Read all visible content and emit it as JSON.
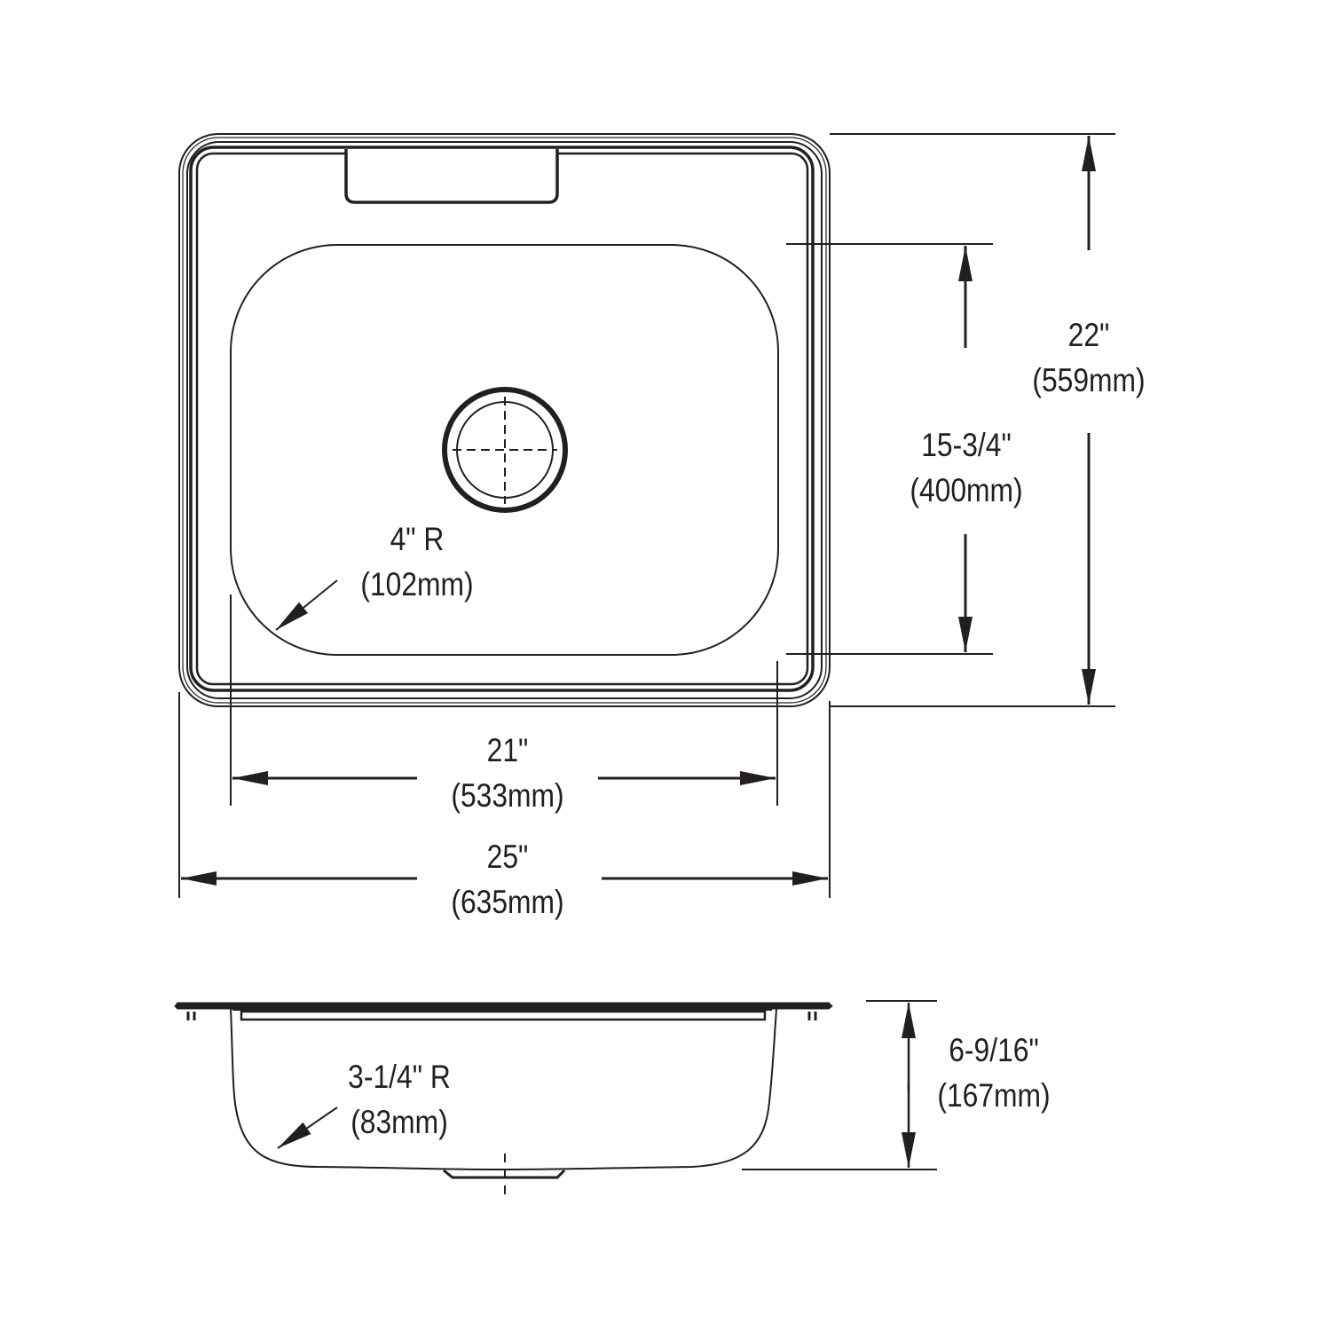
{
  "drawing": {
    "line_color": "#231f20",
    "background": "#ffffff",
    "top_view": {
      "bowl_corner_radius": {
        "imperial": "4\" R",
        "metric": "(102mm)"
      },
      "inner_length_dim": {
        "imperial": "21\"",
        "metric": "(533mm)"
      },
      "overall_length_dim": {
        "imperial": "25\"",
        "metric": "(635mm)"
      },
      "inner_width_dim": {
        "imperial": "15-3/4\"",
        "metric": "(400mm)"
      },
      "overall_width_dim": {
        "imperial": "22\"",
        "metric": "(559mm)"
      }
    },
    "side_view": {
      "bowl_bottom_radius": {
        "imperial": "3-1/4\" R",
        "metric": "(83mm)"
      },
      "depth_dim": {
        "imperial": "6-9/16\"",
        "metric": "(167mm)"
      }
    }
  }
}
